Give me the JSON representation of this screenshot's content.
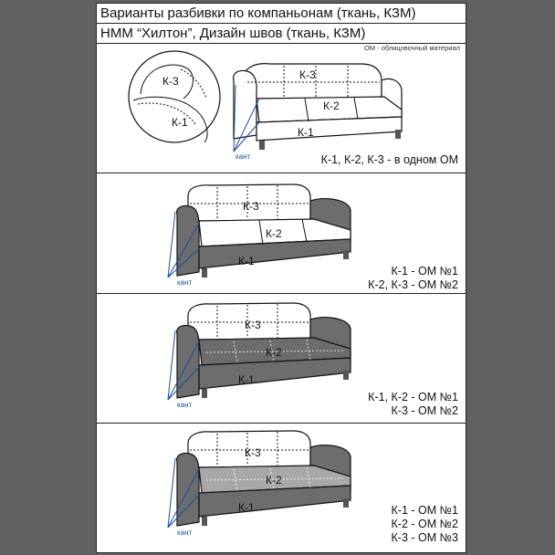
{
  "header": {
    "line1": "Варианты разбивки по компаньонам (ткань, КЗМ)",
    "line2": "НММ “Хилтон”, Дизайн швов (ткань, КЗМ)"
  },
  "note": "ОМ - облицовочный материал",
  "labels": {
    "k1": "К-1",
    "k2": "К-2",
    "k3": "К-3",
    "kant": "кант"
  },
  "variants": [
    {
      "caption": [
        "К-1, К-2, К-3 - в одном ОМ"
      ]
    },
    {
      "caption": [
        "К-1 - ОМ №1",
        "К-2, К-3 - ОМ №2"
      ]
    },
    {
      "caption": [
        "К-1, К-2 - ОМ №1",
        "К-3 - ОМ №2"
      ]
    },
    {
      "caption": [
        "К-1 - ОМ №1",
        "К-2 - ОМ №2",
        "К-3 - ОМ №3"
      ]
    }
  ],
  "colors": {
    "background": "#5f6163",
    "dark_fabric": "#6d6d6d",
    "medium_fabric": "#a8a8a8",
    "kant_arrow": "#1f4f9a"
  }
}
